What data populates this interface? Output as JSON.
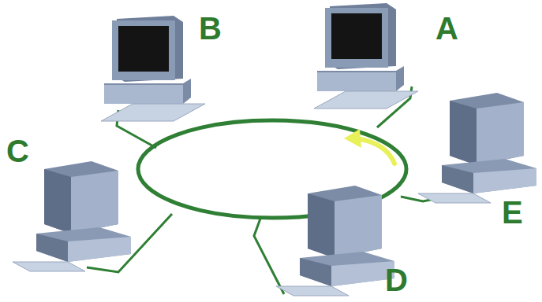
{
  "diagram": {
    "labels": [
      "B",
      "A",
      "C",
      "E",
      "D"
    ]
  }
}
